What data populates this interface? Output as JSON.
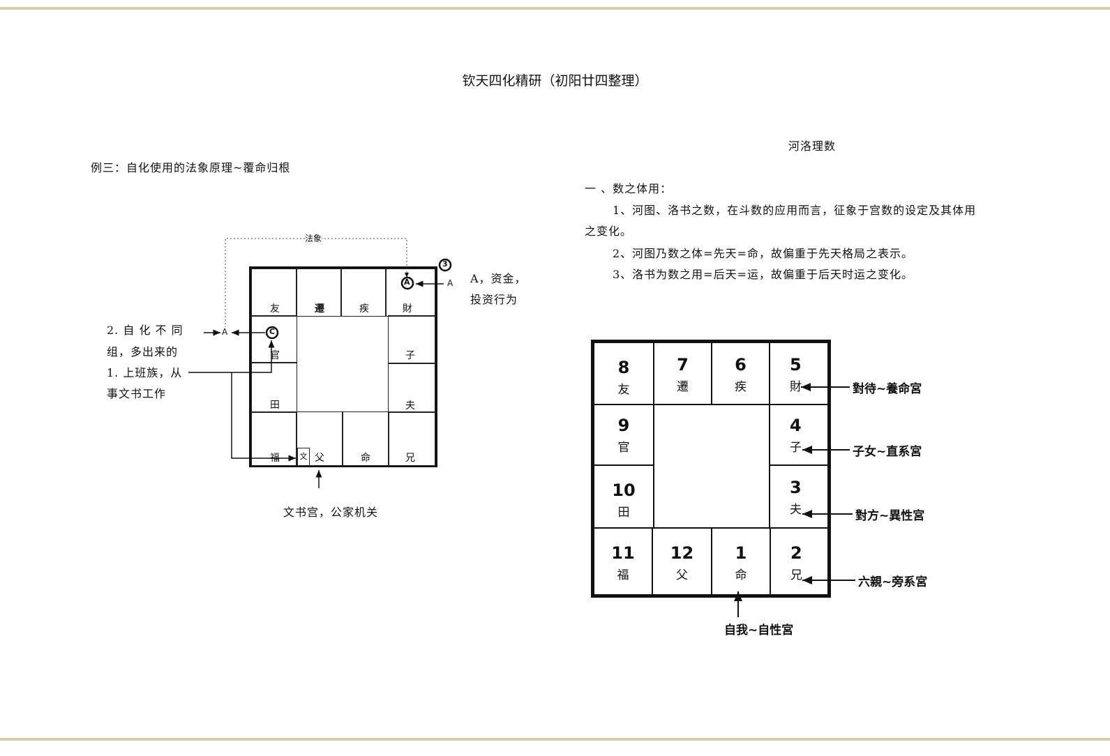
{
  "title": "钦天四化精研（初阳廿四整理）",
  "left": {
    "heading": "例三：自化使用的法象原理~覆命归根",
    "diagram": {
      "top_label": "法象",
      "circle_A": "A",
      "circle_C": "C",
      "circle_3": "3",
      "arrow_A_right": "A",
      "arrow_A_left": "A",
      "palaces": [
        "友",
        "遷",
        "疾",
        "財",
        "官",
        "子",
        "田",
        "夫",
        "福",
        "父",
        "命",
        "兄"
      ],
      "small_box": "文"
    },
    "note_a": [
      "A，资金，",
      "投资行为"
    ],
    "note_2": [
      "2. 自 化 不 同",
      "组，多出来的",
      "1. 上班族，从",
      "事文书工作"
    ],
    "note_bottom": "文书宫，公家机关"
  },
  "right": {
    "heading": "河洛理数",
    "section": "一 、数之体用：",
    "p1a": "1、河图、洛书之数，在斗数的应用而言，征象于宫数的设定及其体用",
    "p1b": "之变化。",
    "p2": "2、河图乃数之体=先天=命，故偏重于先天格局之表示。",
    "p3": "3、洛书为数之用=后天=运，故偏重于后天时运之变化。",
    "cells": [
      {
        "num": "8",
        "name": "友"
      },
      {
        "num": "7",
        "name": "遷"
      },
      {
        "num": "6",
        "name": "疾"
      },
      {
        "num": "5",
        "name": "財"
      },
      {
        "num": "9",
        "name": "官"
      },
      {
        "num": "4",
        "name": "子"
      },
      {
        "num": "10",
        "name": "田"
      },
      {
        "num": "3",
        "name": "夫"
      },
      {
        "num": "11",
        "name": "福"
      },
      {
        "num": "12",
        "name": "父"
      },
      {
        "num": "1",
        "name": "命"
      },
      {
        "num": "2",
        "name": "兄"
      }
    ],
    "annotations": [
      "對待~養命宮",
      "子女~直系宮",
      "對方~異性宮",
      "六親~旁系宮",
      "自我~自性宮"
    ]
  }
}
